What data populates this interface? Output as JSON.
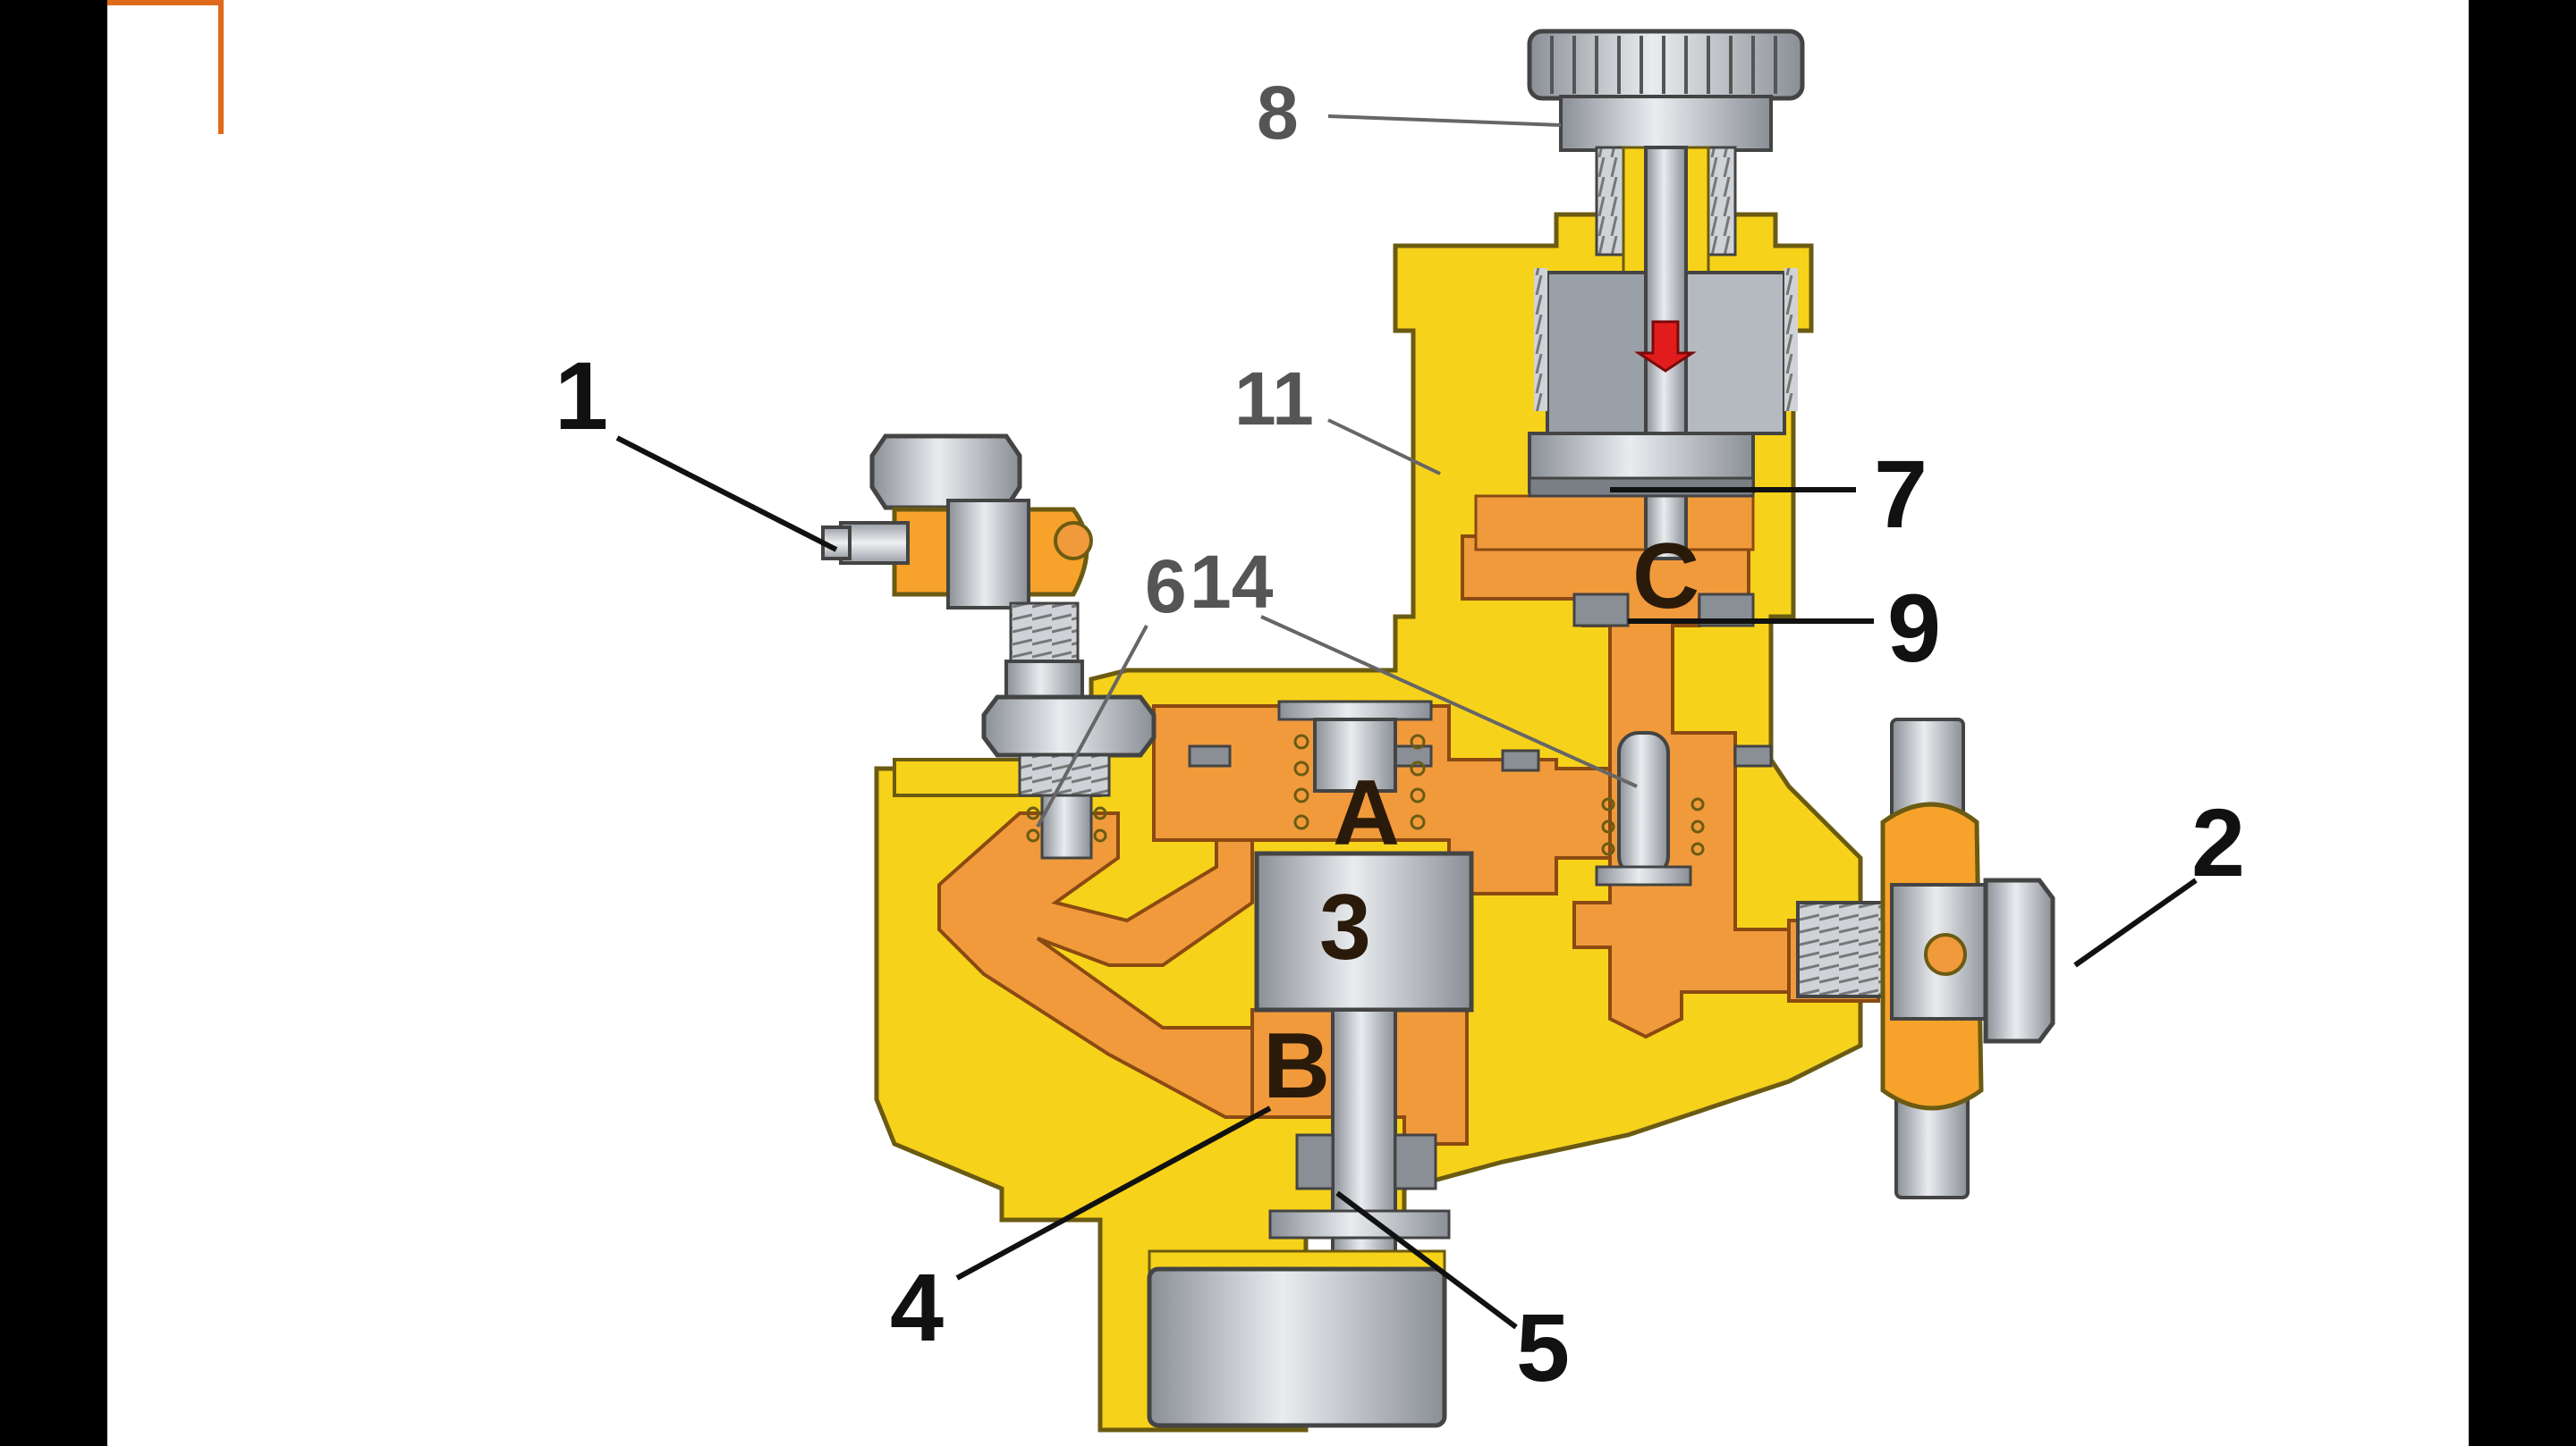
{
  "diagram": {
    "callouts_black": [
      {
        "id": "1",
        "text": "1"
      },
      {
        "id": "2",
        "text": "2"
      },
      {
        "id": "4",
        "text": "4"
      },
      {
        "id": "5",
        "text": "5"
      },
      {
        "id": "7",
        "text": "7"
      },
      {
        "id": "9",
        "text": "9"
      }
    ],
    "callouts_gray": [
      {
        "id": "6",
        "text": "6"
      },
      {
        "id": "8",
        "text": "8"
      },
      {
        "id": "11",
        "text": "11"
      },
      {
        "id": "14",
        "text": "14"
      }
    ],
    "chambers": {
      "a": "A",
      "b": "B",
      "c": "C",
      "piston": "3"
    },
    "colors": {
      "body": "#f7d21a",
      "fluid": "#f19a3c",
      "steel": "#c9cdd2",
      "steel_dark": "#8a8f96",
      "arrow": "#e21c1c"
    }
  }
}
